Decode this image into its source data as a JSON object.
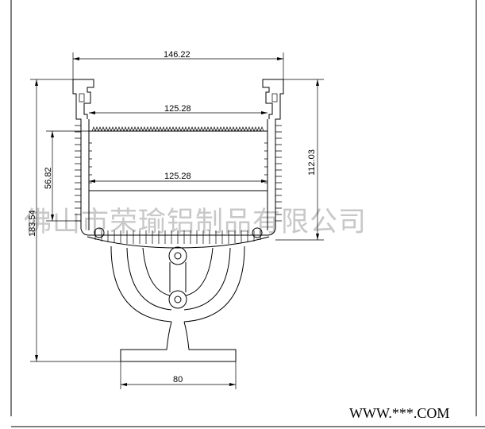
{
  "drawing": {
    "dimensions": {
      "overall_width": "146.22",
      "inner_width_top": "125.28",
      "inner_width_bottom": "125.28",
      "body_height": "112.03",
      "inner_height": "56.82",
      "total_height": "183.54",
      "base_width": "80"
    },
    "watermark": "佛山市荣瑜铝制品有限公司",
    "site": "WWW.***.COM"
  }
}
